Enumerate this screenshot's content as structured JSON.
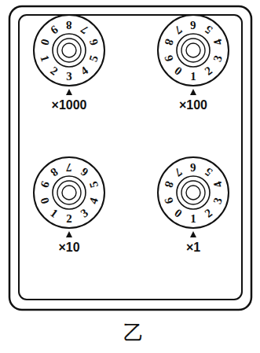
{
  "diagram": {
    "labels": [
      "0",
      "1",
      "2",
      "3",
      "4",
      "5",
      "6",
      "7",
      "8",
      "9",
      "×1000",
      "0",
      "1",
      "2",
      "3",
      "4",
      "5",
      "6",
      "7",
      "8",
      "9",
      "×100",
      "0",
      "1",
      "2",
      "3",
      "4",
      "5",
      "6",
      "7",
      "8",
      "9",
      "×10",
      "0",
      "1",
      "2",
      "3",
      "4",
      "5",
      "6",
      "7",
      "8",
      "9",
      "×1",
      "乙"
    ]
  }
}
